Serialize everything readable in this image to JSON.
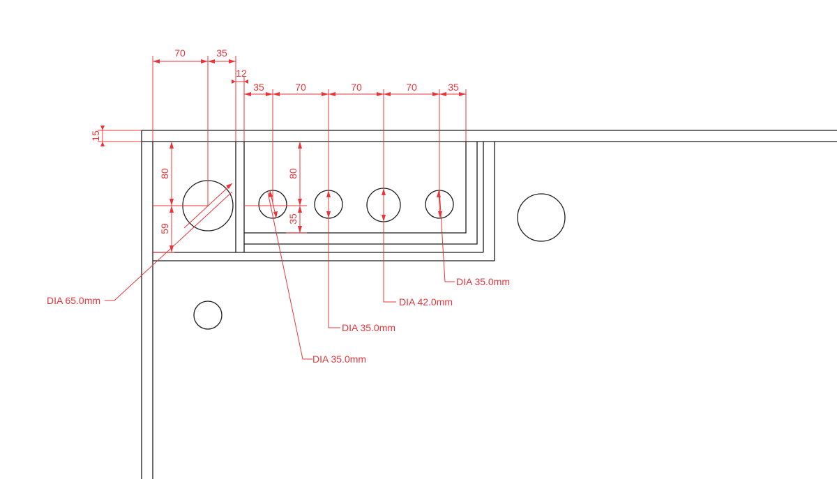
{
  "colors": {
    "geometry": "#1a1a1a",
    "dimension": "#e8343a",
    "background": "#ffffff"
  },
  "dimensions": {
    "top_row_1": [
      "70",
      "35"
    ],
    "gap": "12",
    "top_row_2": [
      "35",
      "70",
      "70",
      "70",
      "35"
    ],
    "top_thickness": "15",
    "left_vertical": [
      "80",
      "59"
    ],
    "middle_vertical": [
      "80",
      "35"
    ]
  },
  "callouts": [
    {
      "label": "DIA 65.0mm"
    },
    {
      "label": "DIA 35.0mm"
    },
    {
      "label": "DIA 35.0mm"
    },
    {
      "label": "DIA 42.0mm"
    },
    {
      "label": "DIA 35.0mm"
    }
  ]
}
